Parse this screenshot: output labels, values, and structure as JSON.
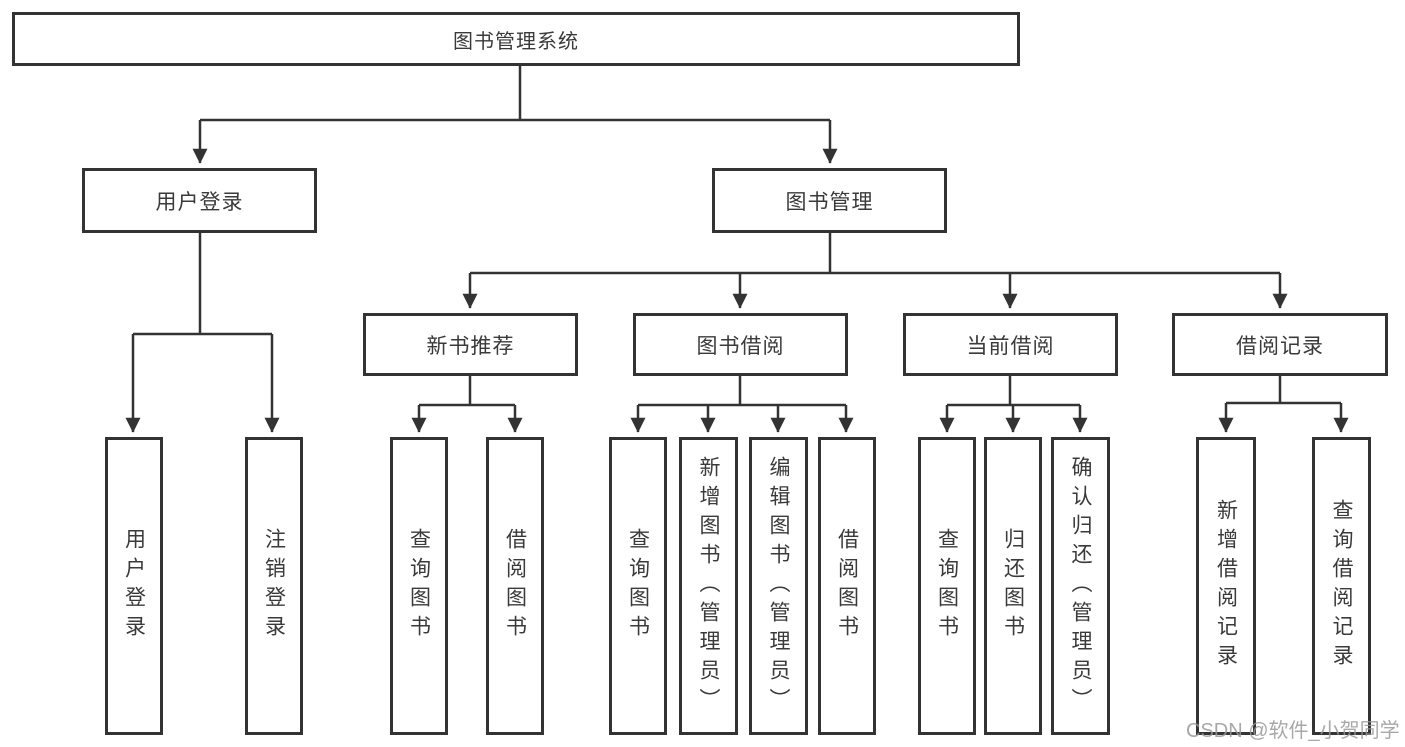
{
  "nodes": {
    "root": "图书管理系统",
    "level2": [
      "用户登录",
      "图书管理"
    ],
    "level3": [
      "新书推荐",
      "图书借阅",
      "当前借阅",
      "借阅记录"
    ],
    "leaves": [
      "用户登录",
      "注销登录",
      "查询图书",
      "借阅图书",
      "查询图书",
      "新增图书（管理员）",
      "编辑图书（管理员）",
      "借阅图书",
      "查询图书",
      "归还图书",
      "确认归还（管理员）",
      "新增借阅记录",
      "查询借阅记录"
    ]
  },
  "watermark": "CSDN @软件_小贺同学",
  "colors": {
    "line": "#333333",
    "text": "#3a3a3a",
    "background": "#ffffff",
    "watermark": "#999999"
  }
}
